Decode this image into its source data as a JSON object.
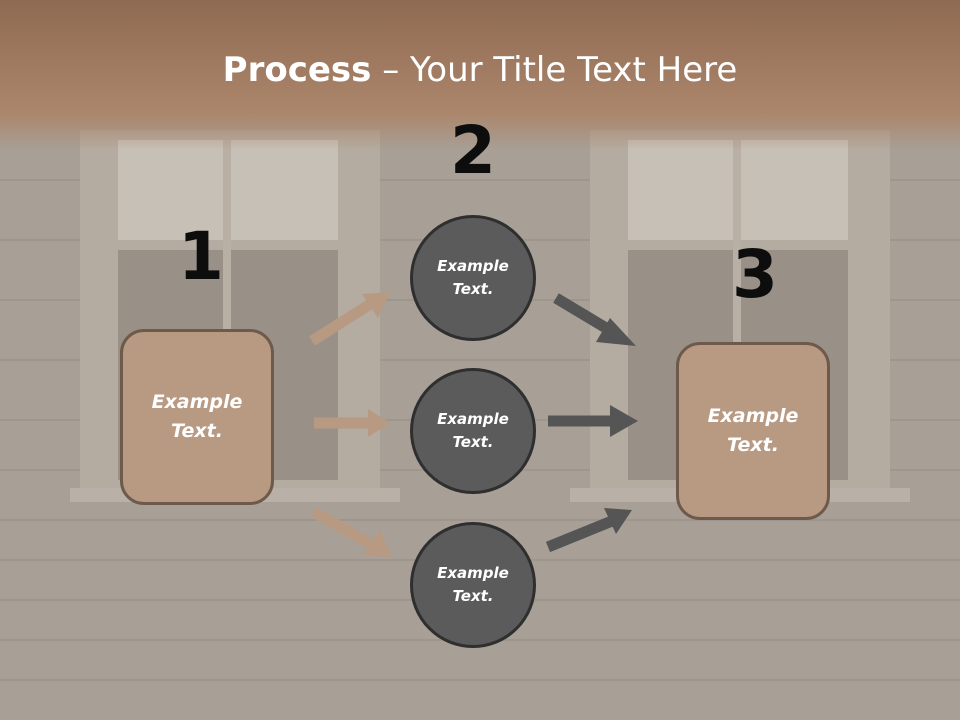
{
  "title": {
    "bold": "Process",
    "dash": " – ",
    "rest": "Your Title Text Here"
  },
  "step_numbers": [
    "1",
    "2",
    "3"
  ],
  "left_box": {
    "text": "Example\nText."
  },
  "circles": [
    {
      "text": "Example\nText."
    },
    {
      "text": "Example\nText."
    },
    {
      "text": "Example\nText."
    }
  ],
  "right_box": {
    "text": "Example\nText."
  },
  "colors": {
    "header_band": "#a47f64",
    "box_fill": "#b89a83",
    "circle_fill": "#5b5b5b",
    "left_arrows": "#b89a83",
    "right_arrows": "#555555"
  }
}
